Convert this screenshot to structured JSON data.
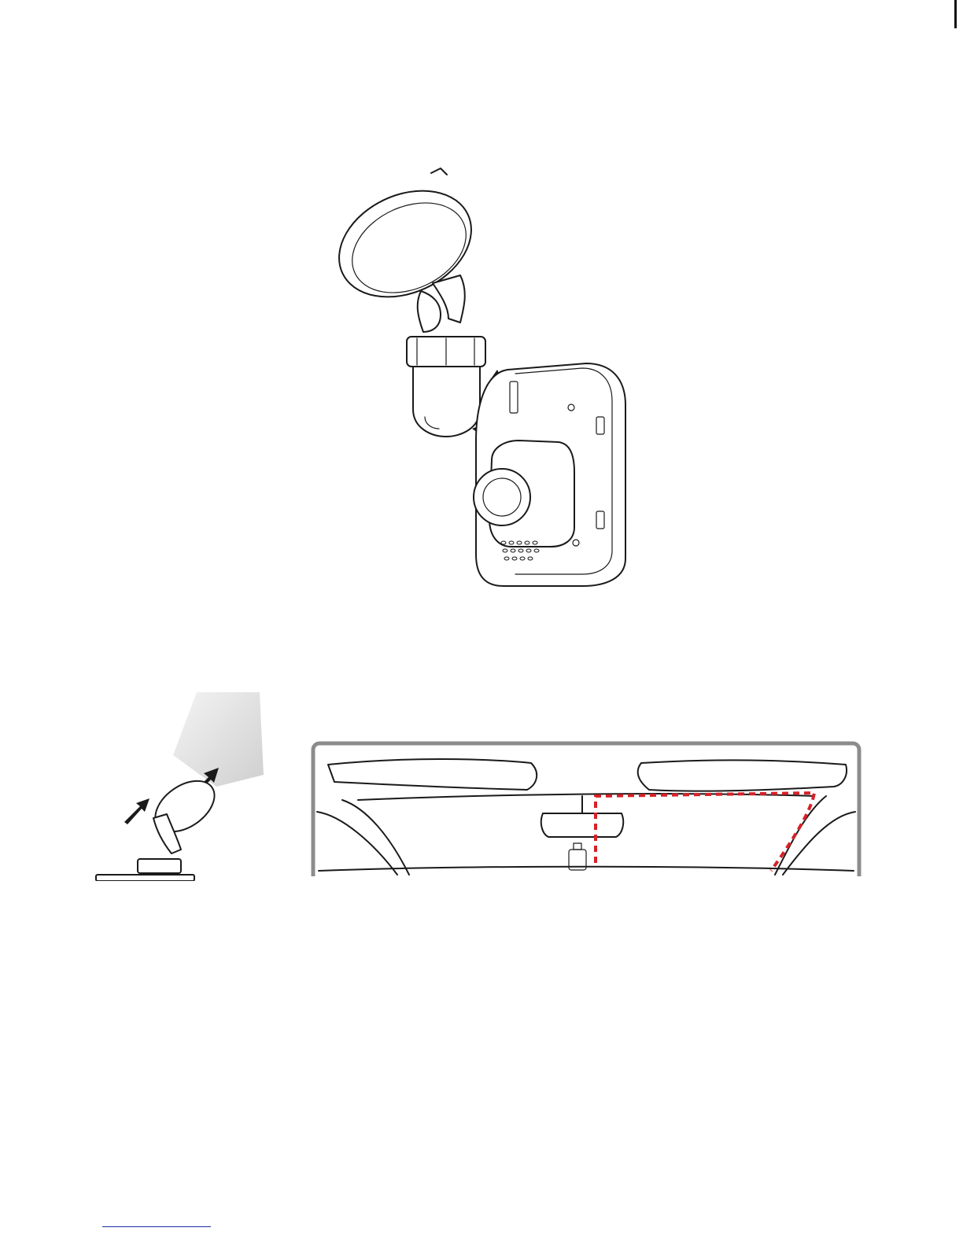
{
  "figures": [
    {
      "id": "mount-attach",
      "icon": "dashcam-with-suction-mount-icon"
    },
    {
      "id": "suction-cup-press",
      "icon": "suction-cup-apply-icon"
    },
    {
      "id": "cable-routing",
      "icon": "car-interior-cable-route-icon"
    }
  ],
  "colors": {
    "line": "#1a1a1a",
    "cable_route": "#d62128",
    "frame": "#8c8c8c",
    "footer_link": "#1a2fa8"
  }
}
